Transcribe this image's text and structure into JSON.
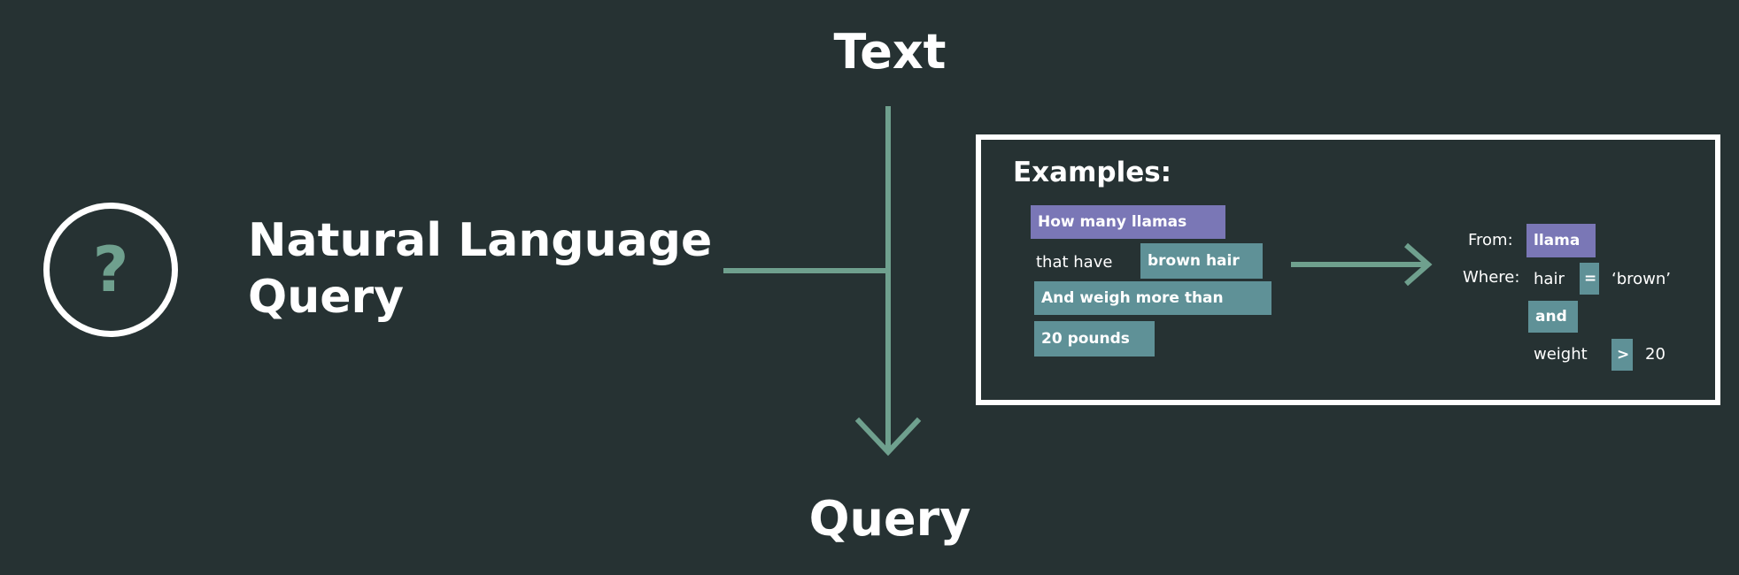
{
  "left": {
    "icon": "question-icon",
    "icon_glyph": "?",
    "label_line1": "Natural Language",
    "label_line2": "Query"
  },
  "flow": {
    "top_label": "Text",
    "bottom_label": "Query"
  },
  "examples": {
    "title": "Examples:",
    "phrases": [
      {
        "text": "How many llamas"
      },
      {
        "text": "that have"
      },
      {
        "text": "brown hair"
      },
      {
        "text": "And weigh more than"
      },
      {
        "text": "20 pounds"
      }
    ],
    "query": {
      "from_label": "From:",
      "from_value": "llama",
      "where_label": "Where:",
      "cond1_field": "hair",
      "cond1_op": "=",
      "cond1_value": "‘brown’",
      "joiner": "and",
      "cond2_field": "weight",
      "cond2_op": ">",
      "cond2_value": "20"
    }
  },
  "colors": {
    "background": "#263233",
    "accent_green": "#6fa08e",
    "chip_purple": "#7a77b6",
    "chip_teal": "#5f9197",
    "text": "#ffffff"
  }
}
